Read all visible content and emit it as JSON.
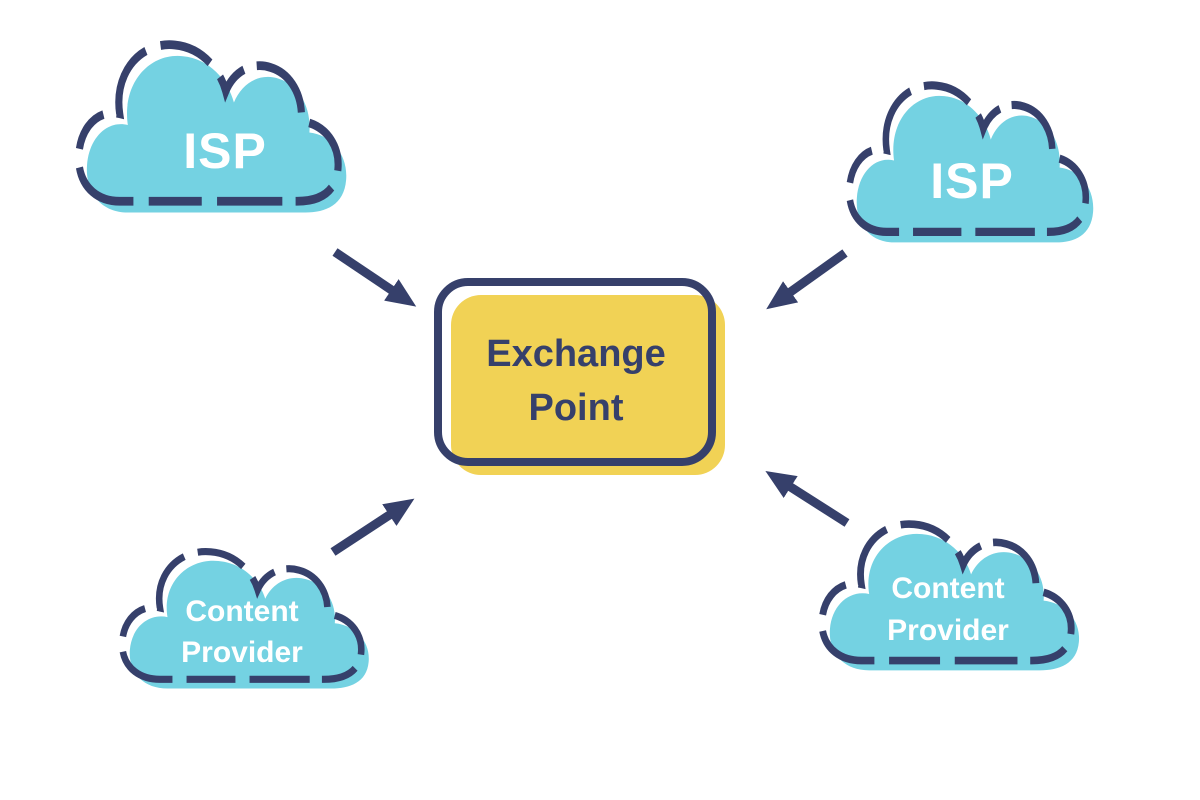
{
  "diagram": {
    "type": "network-topology",
    "colors": {
      "cloud_fill": "#74d2e2",
      "outline": "#36406b",
      "box_fill": "#f1d255",
      "cloud_label": "#ffffff",
      "box_label": "#36406b",
      "background": "#ffffff"
    },
    "nodes": {
      "exchange_point": {
        "shape": "rounded-rectangle",
        "lines": [
          "Exchange",
          "Point"
        ]
      },
      "isp_top_left": {
        "shape": "cloud",
        "label": "ISP"
      },
      "isp_top_right": {
        "shape": "cloud",
        "label": "ISP"
      },
      "content_provider_bottom_left": {
        "shape": "cloud",
        "lines": [
          "Content",
          "Provider"
        ]
      },
      "content_provider_bottom_right": {
        "shape": "cloud",
        "lines": [
          "Content",
          "Provider"
        ]
      }
    },
    "edges": [
      {
        "from": "isp_top_left",
        "to": "exchange_point",
        "arrow": "into-center"
      },
      {
        "from": "isp_top_right",
        "to": "exchange_point",
        "arrow": "into-center"
      },
      {
        "from": "content_provider_bottom_left",
        "to": "exchange_point",
        "arrow": "into-center"
      },
      {
        "from": "content_provider_bottom_right",
        "to": "exchange_point",
        "arrow": "into-center"
      }
    ]
  }
}
